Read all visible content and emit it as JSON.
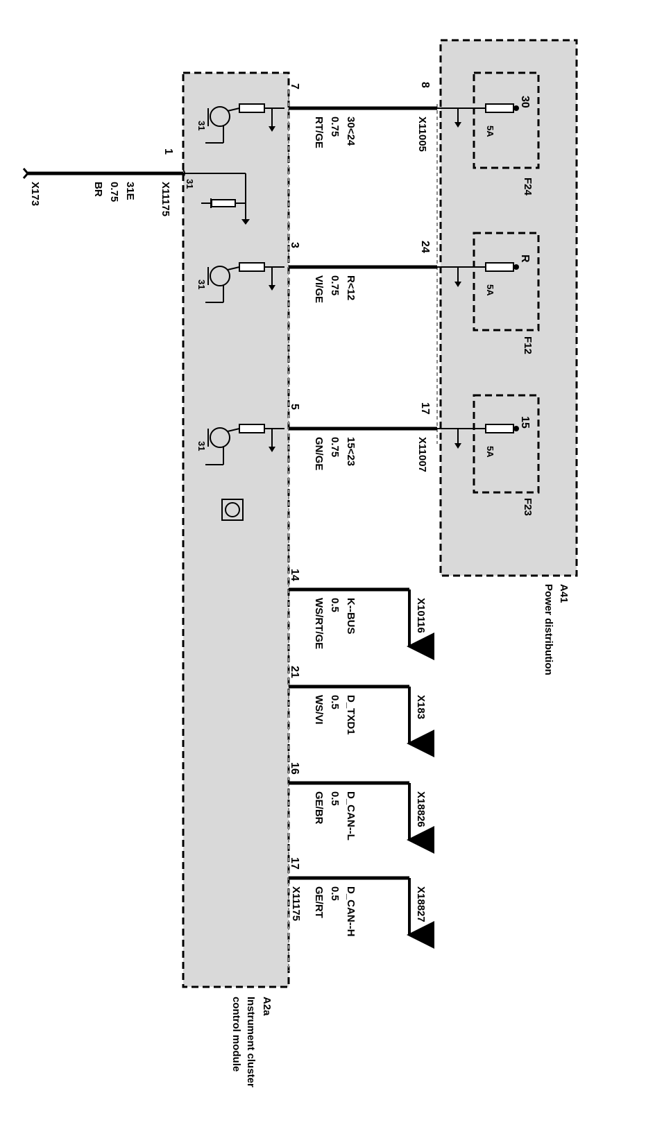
{
  "modules": {
    "instrument_cluster": {
      "id": "A2a",
      "name_line1": "Instrument cluster",
      "name_line2": "control module"
    },
    "power_distribution": {
      "id": "A41",
      "name": "Power distribution"
    }
  },
  "ground": {
    "connector": "X173",
    "pin": "1",
    "circuit": "31E",
    "gauge": "0.75",
    "color": "BR",
    "module_connector": "X11175",
    "internal_ground": "31"
  },
  "power_circuits": [
    {
      "pin": "7",
      "fuse_pin": "8",
      "circuit": "30<24",
      "gauge": "0.75",
      "color": "RT/GE",
      "fuse_connector": "X11005",
      "fuse": "F24",
      "fuse_rating": "5A",
      "terminal": "30",
      "ground_label": "31"
    },
    {
      "pin": "3",
      "fuse_pin": "24",
      "circuit": "R<12",
      "gauge": "0.75",
      "color": "VI/GE",
      "fuse_connector": "",
      "fuse": "F12",
      "fuse_rating": "5A",
      "terminal": "R",
      "ground_label": "31"
    },
    {
      "pin": "5",
      "fuse_pin": "17",
      "circuit": "15<23",
      "gauge": "0.75",
      "color": "GN/GE",
      "fuse_connector": "X11007",
      "fuse": "F23",
      "fuse_rating": "5A",
      "terminal": "15",
      "ground_label": "31"
    }
  ],
  "bus_lines": [
    {
      "pin": "14",
      "signal": "K--BUS",
      "gauge": "0.5",
      "color": "WS/RT/GE",
      "connector": "X10116",
      "module_connector": ""
    },
    {
      "pin": "21",
      "signal": "D_TXD1",
      "gauge": "0.5",
      "color": "WS/VI",
      "connector": "X183",
      "module_connector": ""
    },
    {
      "pin": "16",
      "signal": "D_CAN--L",
      "gauge": "0.5",
      "color": "GE/BR",
      "connector": "X18826",
      "module_connector": ""
    },
    {
      "pin": "17",
      "signal": "D_CAN--H",
      "gauge": "0.5",
      "color": "GE/RT",
      "connector": "X18827",
      "module_connector": "X11175"
    }
  ],
  "colors": {
    "module_fill": "#d9d9d9",
    "line": "#000000"
  }
}
